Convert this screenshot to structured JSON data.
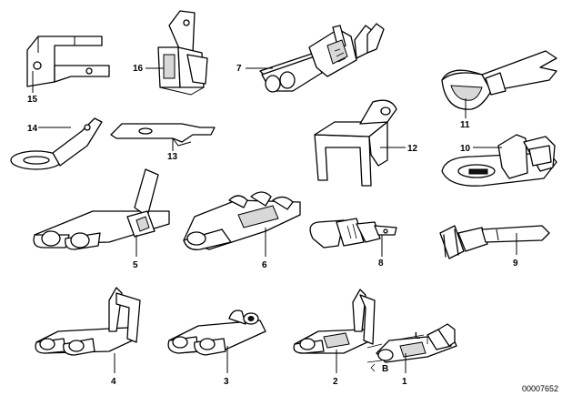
{
  "parts": [
    {
      "label": "1"
    },
    {
      "label": "2"
    },
    {
      "label": "3"
    },
    {
      "label": "4"
    },
    {
      "label": "5"
    },
    {
      "label": "6"
    },
    {
      "label": "7"
    },
    {
      "label": "8"
    },
    {
      "label": "9"
    },
    {
      "label": "10"
    },
    {
      "label": "11"
    },
    {
      "label": "12"
    },
    {
      "label": "13"
    },
    {
      "label": "14"
    },
    {
      "label": "15"
    },
    {
      "label": "16"
    }
  ],
  "dimensions": {
    "length": "L",
    "width": "B"
  },
  "document_id": "00007652"
}
